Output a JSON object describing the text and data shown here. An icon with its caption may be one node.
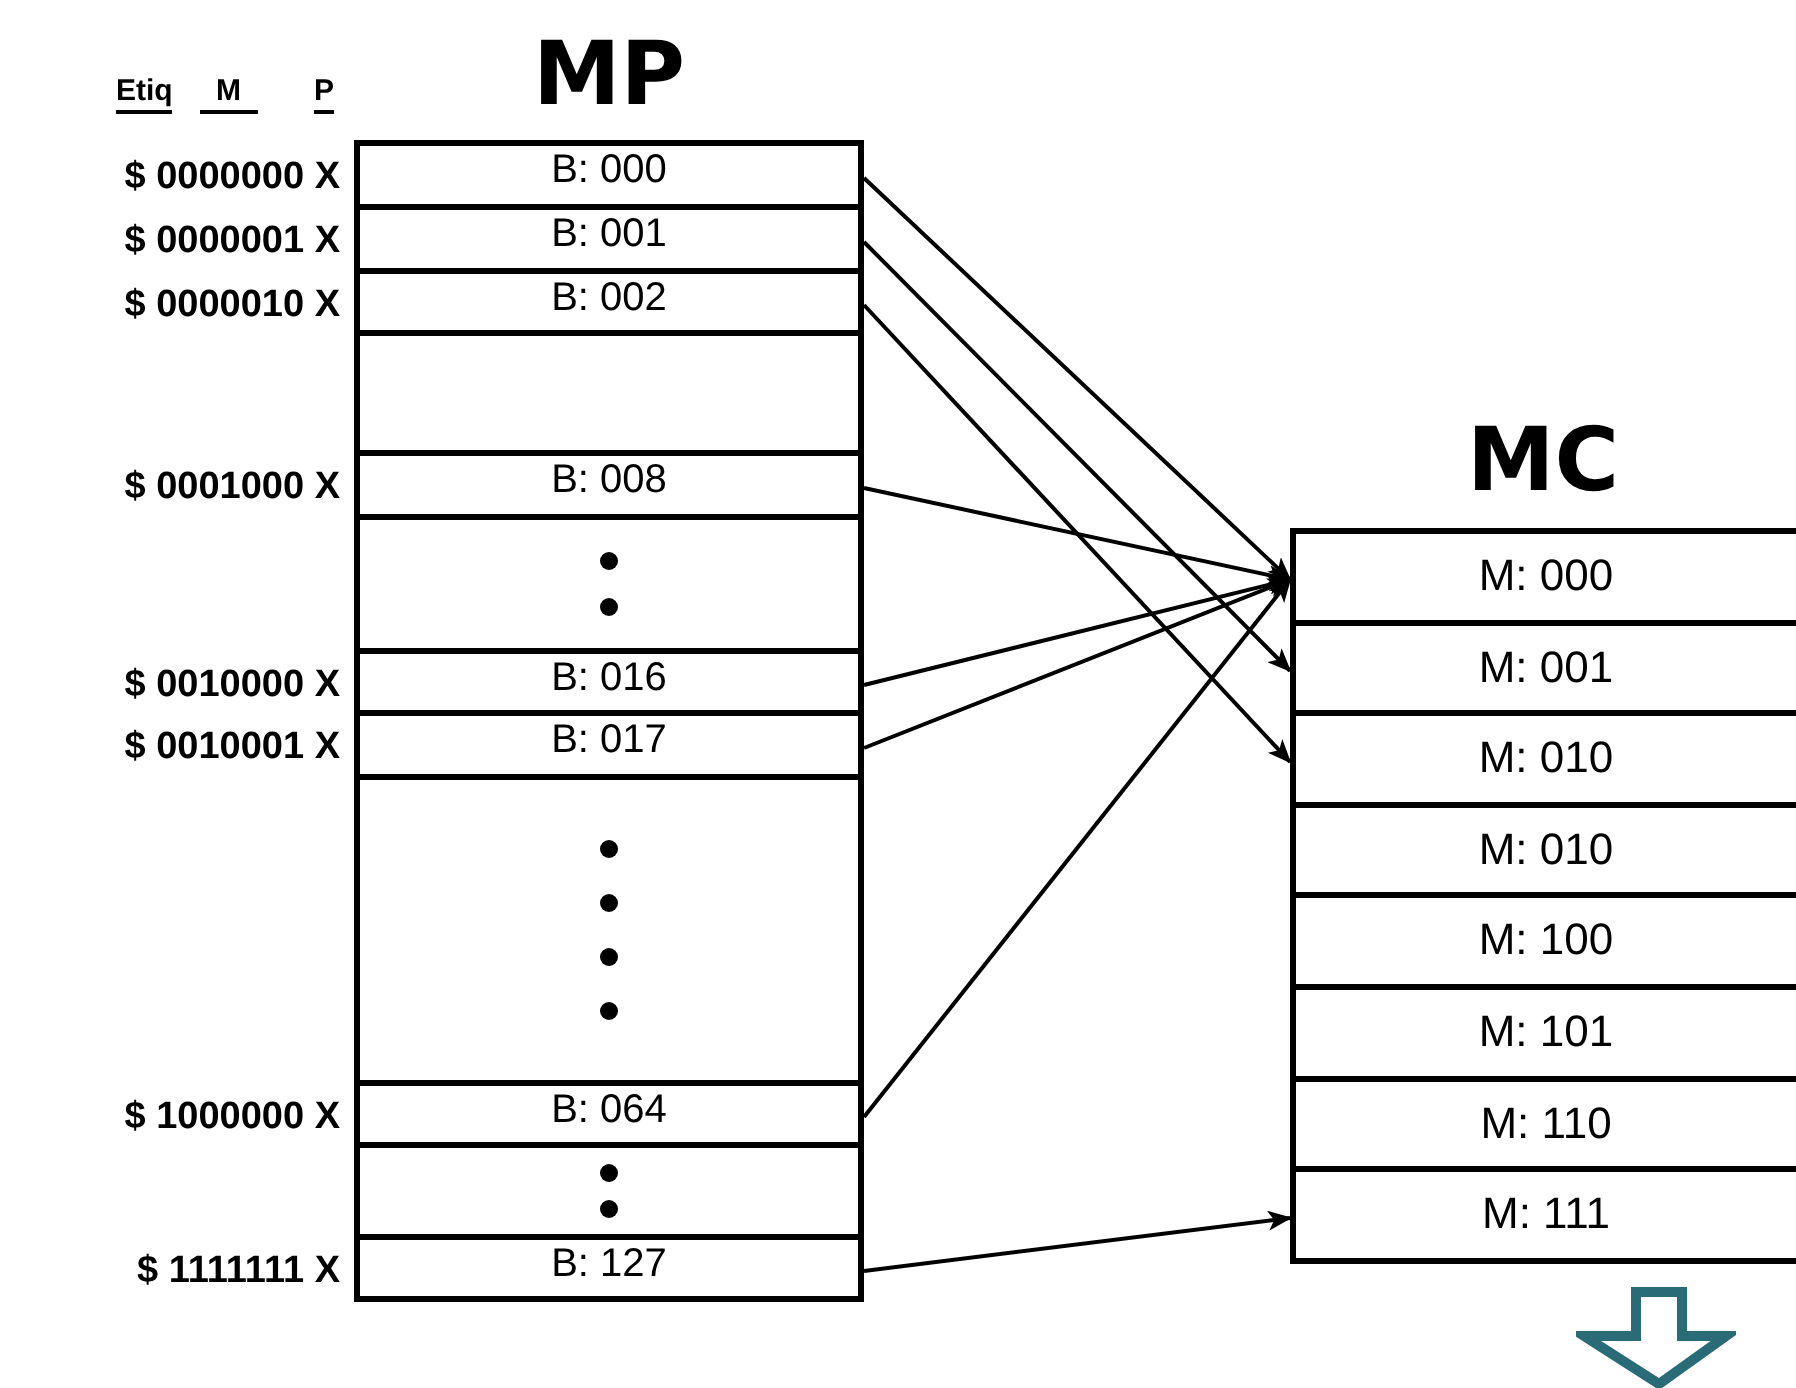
{
  "diagram": {
    "nodes": [
      {
        "text": [
          "MP"
        ]
      },
      {
        "text": [
          "B: 000"
        ],
        "in": 0,
        "beside": [
          "$ 0000000 X"
        ]
      },
      {
        "text": [
          "B: 001"
        ],
        "in": 0,
        "beside": [
          "$ 0000001 X"
        ]
      },
      {
        "text": [
          "B: 002"
        ],
        "in": 0,
        "beside": [
          "$ 0000010 X"
        ]
      },
      {
        "text": [
          "B: 008"
        ],
        "in": 0,
        "beside": [
          "$ 0001000 X"
        ]
      },
      {
        "text": [
          "B: 016"
        ],
        "in": 0,
        "beside": [
          "$ 0010000 X"
        ]
      },
      {
        "text": [
          "B: 017"
        ],
        "in": 0,
        "beside": [
          "$ 0010001 X"
        ]
      },
      {
        "text": [
          "B: 064"
        ],
        "in": 0,
        "beside": [
          "$ 1000000 X"
        ]
      },
      {
        "text": [
          "B: 127"
        ],
        "in": 0,
        "beside": [
          "$ 1111111 X"
        ]
      },
      {
        "text": [
          "MC"
        ]
      },
      {
        "text": [
          "M: 000"
        ],
        "in": 9
      },
      {
        "text": [
          "M: 001"
        ],
        "in": 9
      },
      {
        "text": [
          "M: 010"
        ],
        "in": 9
      },
      {
        "text": [
          "M: 010"
        ],
        "in": 9
      },
      {
        "text": [
          "M: 100"
        ],
        "in": 9
      },
      {
        "text": [
          "M: 101"
        ],
        "in": 9
      },
      {
        "text": [
          "M: 110"
        ],
        "in": 9
      },
      {
        "text": [
          "M: 111"
        ],
        "in": 9
      }
    ],
    "edges": [
      {
        "from": 1,
        "to": 10,
        "arrow": "to"
      },
      {
        "from": 2,
        "to": 11,
        "arrow": "to"
      },
      {
        "from": 3,
        "to": 12,
        "arrow": "to"
      },
      {
        "from": 4,
        "to": 10,
        "arrow": "to"
      },
      {
        "from": 5,
        "to": 10,
        "arrow": "to"
      },
      {
        "from": 6,
        "to": 10,
        "arrow": "to"
      },
      {
        "from": 7,
        "to": 10,
        "arrow": "to"
      },
      {
        "from": 8,
        "to": 17,
        "arrow": "to"
      }
    ],
    "labels": [
      "Etiq",
      "M",
      "P"
    ]
  }
}
